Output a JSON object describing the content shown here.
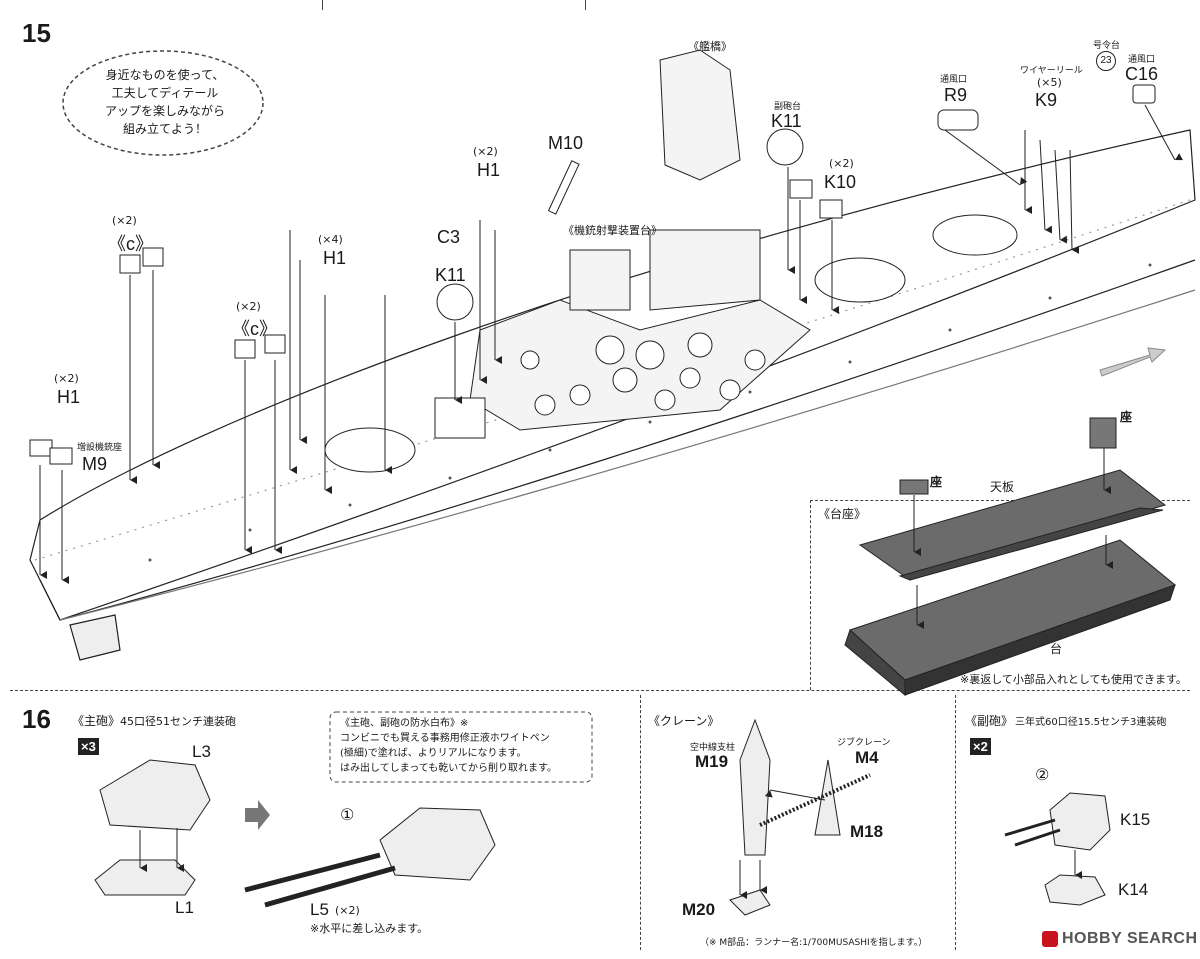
{
  "step15": {
    "number": "15",
    "bubble": [
      "身近なものを使って、",
      "工夫してディテール",
      "アップを楽しみながら",
      "組み立てよう！"
    ],
    "bridge_label": "《艦橋》",
    "gun_platform_label": "《機銃射撃装置台》",
    "sub_gun_base_label": "副砲台",
    "vent_label_r9": "通風口",
    "vent_label_c16": "通風口",
    "wire_reel_label": "ワイヤーリール",
    "extra_mount_label": "増設機銃座",
    "number_plate_label": "号令台",
    "circled_23": "23",
    "parts": {
      "M10": "M10",
      "H1_a": "H1",
      "H1_b": "H1",
      "H1_c": "H1",
      "C3": "C3",
      "K11_a": "K11",
      "K11_b": "K11",
      "K10": "K10",
      "R9": "R9",
      "K9": "K9",
      "C16": "C16",
      "M9": "M9",
      "c_a": "《c》",
      "c_b": "《c》"
    },
    "counts": {
      "x2": "(×2)",
      "x4": "(×4)",
      "x5": "(×5)"
    }
  },
  "stand": {
    "title": "《台座》",
    "seat_a": "座",
    "seat_b": "座",
    "top_plate": "天板",
    "base": "台",
    "note": "※裏返して小部品入れとしても使用できます。"
  },
  "step16": {
    "number": "16",
    "main_gun": {
      "title": "《主砲》",
      "subtitle": "45口径51センチ連装砲",
      "multiplier": "×3",
      "L3": "L3",
      "L1": "L1",
      "L5": "L5",
      "L5_count": "(×2)",
      "circle1": "①",
      "note_horizontal": "※水平に差し込みます。"
    },
    "tip": [
      "《主砲、副砲の防水白布》※",
      "コンビニでも買える事務用修正液ホワイトペン",
      "(極細)で塗れば、よりリアルになります。",
      "はみ出してしまっても乾いてから削り取れます。"
    ],
    "crane": {
      "title": "《クレーン》",
      "mast_label": "空中線支柱",
      "jib_label": "ジブクレーン",
      "M19": "M19",
      "M4": "M4",
      "M18": "M18",
      "M20": "M20",
      "footnote": "（※ M部品：ランナー名:1/700MUSASHIを指します。）"
    },
    "sub_gun": {
      "title": "《副砲》",
      "subtitle": "三年式60口径15.5センチ3連装砲",
      "multiplier": "×2",
      "circle2": "②",
      "K15": "K15",
      "K14": "K14"
    }
  },
  "watermark": "HOBBY SEARCH"
}
